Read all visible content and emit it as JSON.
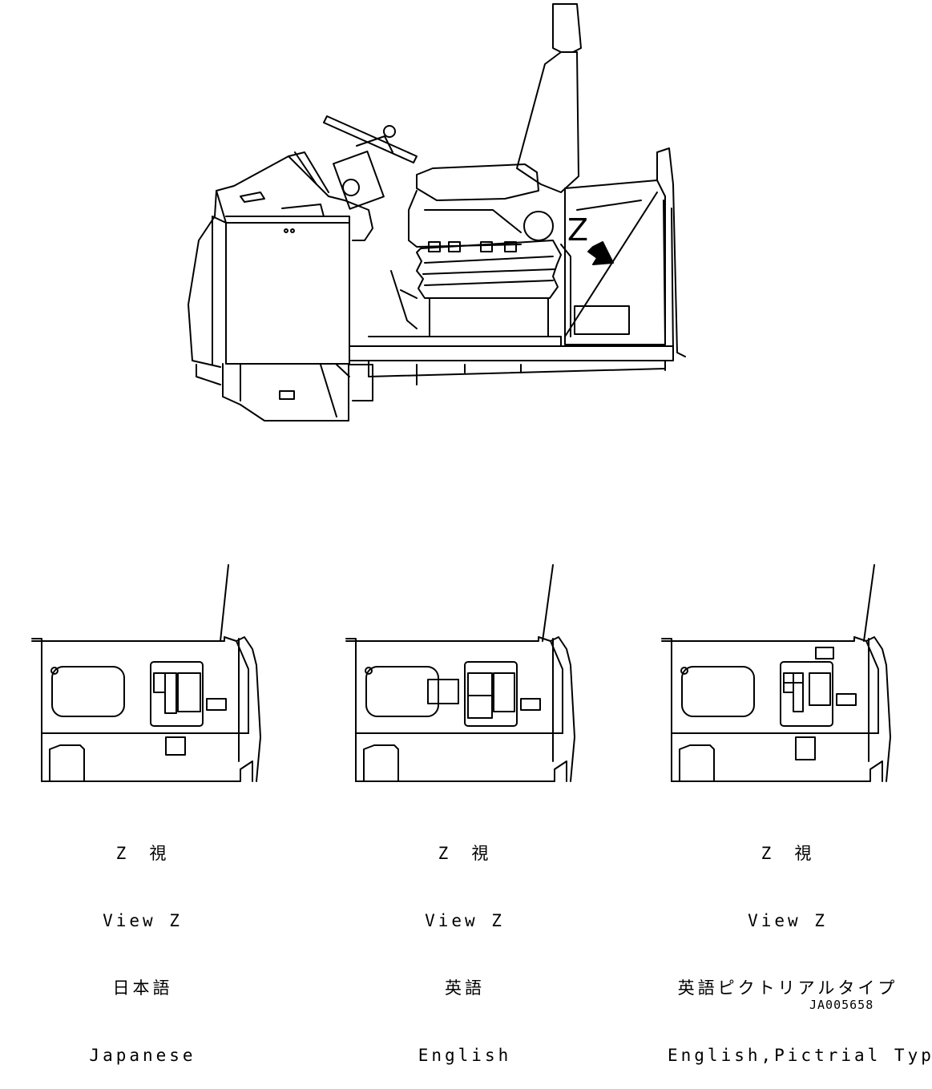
{
  "main_view": {
    "arrow_label": "Z"
  },
  "views": [
    {
      "caption_ja": "Z　視",
      "caption_en": "View Z",
      "lang_ja": "日本語",
      "lang_en": "Japanese"
    },
    {
      "caption_ja": "Z　視",
      "caption_en": "View Z",
      "lang_ja": "英語",
      "lang_en": "English"
    },
    {
      "caption_ja": "Z　視",
      "caption_en": "View Z",
      "lang_ja": "英語ピクトリアルタイプ",
      "lang_en": "English,Pictrial Type"
    }
  ],
  "doc_id": "JA005658"
}
